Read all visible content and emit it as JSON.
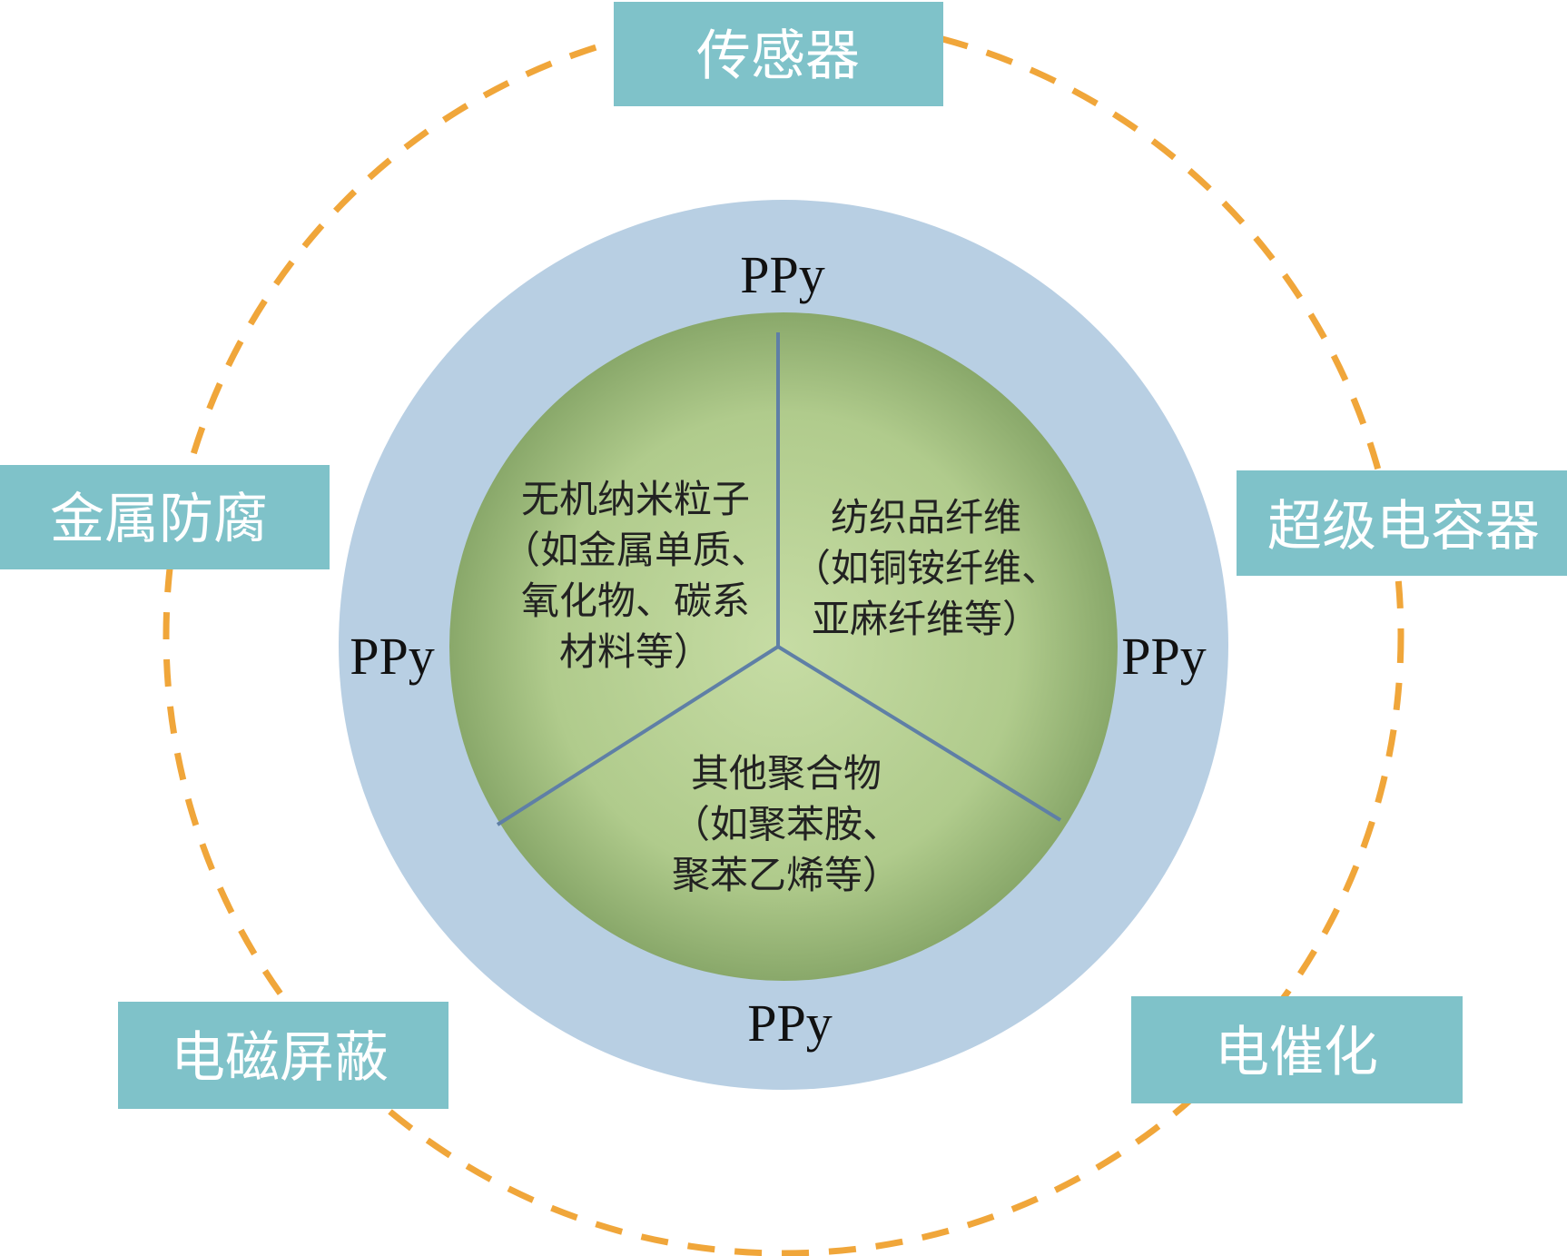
{
  "colors": {
    "outer_ring": "#b8cfe3",
    "inner_core_edge": "#89a86a",
    "inner_core_center": "#c6dca4",
    "divider": "#5f7fa6",
    "dashed_circle": "#f0a63a",
    "app_box": "#7fc2c9",
    "app_text": "#ffffff"
  },
  "ppy": {
    "top": "PPy",
    "left": "PPy",
    "right": "PPy",
    "bottom": "PPy"
  },
  "sectors": {
    "inorganic": {
      "lines": [
        "无机纳米粒子",
        "（如金属单质、",
        "氧化物、碳系",
        "材料等）"
      ]
    },
    "textile": {
      "lines": [
        "纺织品纤维",
        "（如铜铵纤维、",
        "亚麻纤维等）"
      ]
    },
    "polymer": {
      "lines": [
        "其他聚合物",
        "（如聚苯胺、",
        "聚苯乙烯等）"
      ]
    }
  },
  "applications": {
    "sensor": "传感器",
    "corrosion": "金属防腐",
    "supercapacitor": "超级电容器",
    "emi_shielding": "电磁屏蔽",
    "electrocatalysis": "电催化"
  }
}
